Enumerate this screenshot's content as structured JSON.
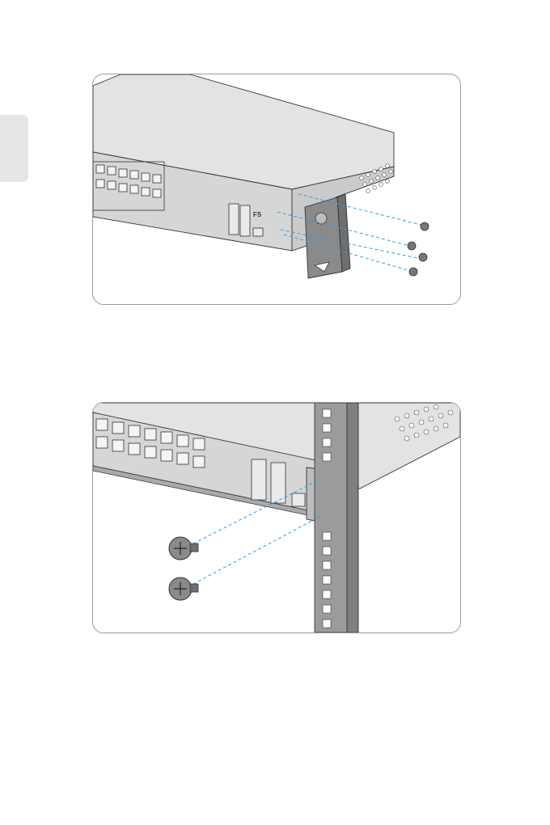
{
  "colors": {
    "device_top": "#e3e3e3",
    "device_front": "#d5d5d5",
    "device_side": "#c9c9c9",
    "bracket": "#8a8a8a",
    "rack_rail": "#9b9b9b",
    "guide_line": "#3a9bd8",
    "outline": "#333333"
  },
  "figures": [
    {
      "icon": "rack-bracket-attach-illustration"
    },
    {
      "icon": "rack-mount-screw-illustration"
    }
  ],
  "device": {
    "logo_text": "FS"
  }
}
